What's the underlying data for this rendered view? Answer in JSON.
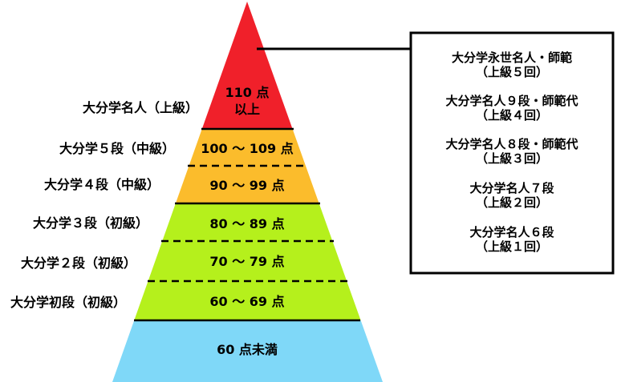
{
  "pyramid": {
    "colors": {
      "top": "#f0202a",
      "orange": "#fbbc2c",
      "green": "#b5f01c",
      "blue": "#7fd8f8"
    },
    "tiers": [
      {
        "score_line1": "110 点",
        "score_line2": "以上",
        "rank": "大分学名人（上級）"
      },
      {
        "score": "100 〜 109 点",
        "rank": "大分学５段（中級）"
      },
      {
        "score": "90 〜 99 点",
        "rank": "大分学４段（中級）"
      },
      {
        "score": "80 〜 89 点",
        "rank": "大分学３段（初級）"
      },
      {
        "score": "70 〜 79 点",
        "rank": "大分学２段（初級）"
      },
      {
        "score": "60 〜 69 点",
        "rank": "大分学初段（初級）"
      },
      {
        "score": "60 点未満",
        "rank": ""
      }
    ]
  },
  "callout": {
    "entries": [
      {
        "title": "大分学永世名人・師範",
        "level": "（上級５回）"
      },
      {
        "title": "大分学名人９段・師範代",
        "level": "（上級４回）"
      },
      {
        "title": "大分学名人８段・師範代",
        "level": "（上級３回）"
      },
      {
        "title": "大分学名人７段",
        "level": "（上級２回）"
      },
      {
        "title": "大分学名人６段",
        "level": "（上級１回）"
      }
    ]
  }
}
